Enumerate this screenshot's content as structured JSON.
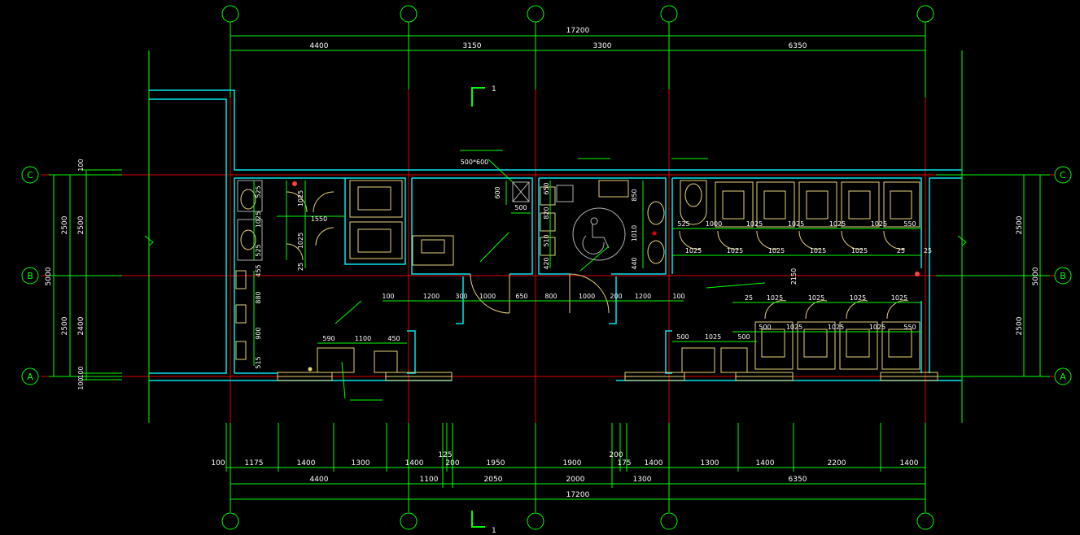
{
  "top": {
    "overall": "17200",
    "bays": [
      "4400",
      "3150",
      "3300",
      "6350"
    ]
  },
  "bottom": {
    "detail": [
      "100",
      "1175",
      "1400",
      "1300",
      "1400",
      "125",
      "200",
      "1950",
      "1900",
      "200",
      "175",
      "1400",
      "1300",
      "1400",
      "2200",
      "1400"
    ],
    "bays": [
      "4400",
      "1100",
      "2050",
      "2000",
      "1300",
      "6350"
    ],
    "overall": "17200"
  },
  "axes": {
    "c": "C",
    "b": "B",
    "a": "A"
  },
  "left": {
    "outer": "5000",
    "mid": [
      "2500",
      "2500"
    ],
    "inner": [
      "100",
      "2500",
      "2400",
      "100",
      "100"
    ]
  },
  "right": {
    "outer": "5000",
    "inner": [
      "2500",
      "2500"
    ]
  },
  "section": {
    "top_label": "1",
    "bottom_label": "1"
  },
  "room": {
    "left_wc": [
      "525",
      "1025",
      "525",
      "1025",
      "1025",
      "1550",
      "25",
      "455",
      "880",
      "900",
      "515"
    ],
    "left_bottom": [
      "590",
      "1100",
      "450"
    ],
    "middle": [
      "100",
      "1200",
      "300",
      "1000",
      "650",
      "800",
      "1000",
      "200",
      "1200",
      "100"
    ],
    "storage": [
      "600",
      "500",
      "500*600"
    ],
    "accessible": [
      "650",
      "820",
      "510",
      "420",
      "850",
      "1010",
      "440"
    ],
    "right_top": [
      "525",
      "1000",
      "1025",
      "1025",
      "1025",
      "1025",
      "550"
    ],
    "right_top2": [
      "1025",
      "1025",
      "1025",
      "1025",
      "1025",
      "25"
    ],
    "right_gap": "2150",
    "right_low1": [
      "25",
      "1025",
      "1025",
      "1025",
      "1025"
    ],
    "right_low2": [
      "500",
      "1025",
      "1025",
      "1025",
      "550"
    ],
    "right_bottom": [
      "500",
      "1025",
      "500"
    ]
  },
  "colors": {
    "grid": "#00ff00",
    "wall": "#00e5ee",
    "axis": "#e00000",
    "fixture": "#e8d27a"
  }
}
